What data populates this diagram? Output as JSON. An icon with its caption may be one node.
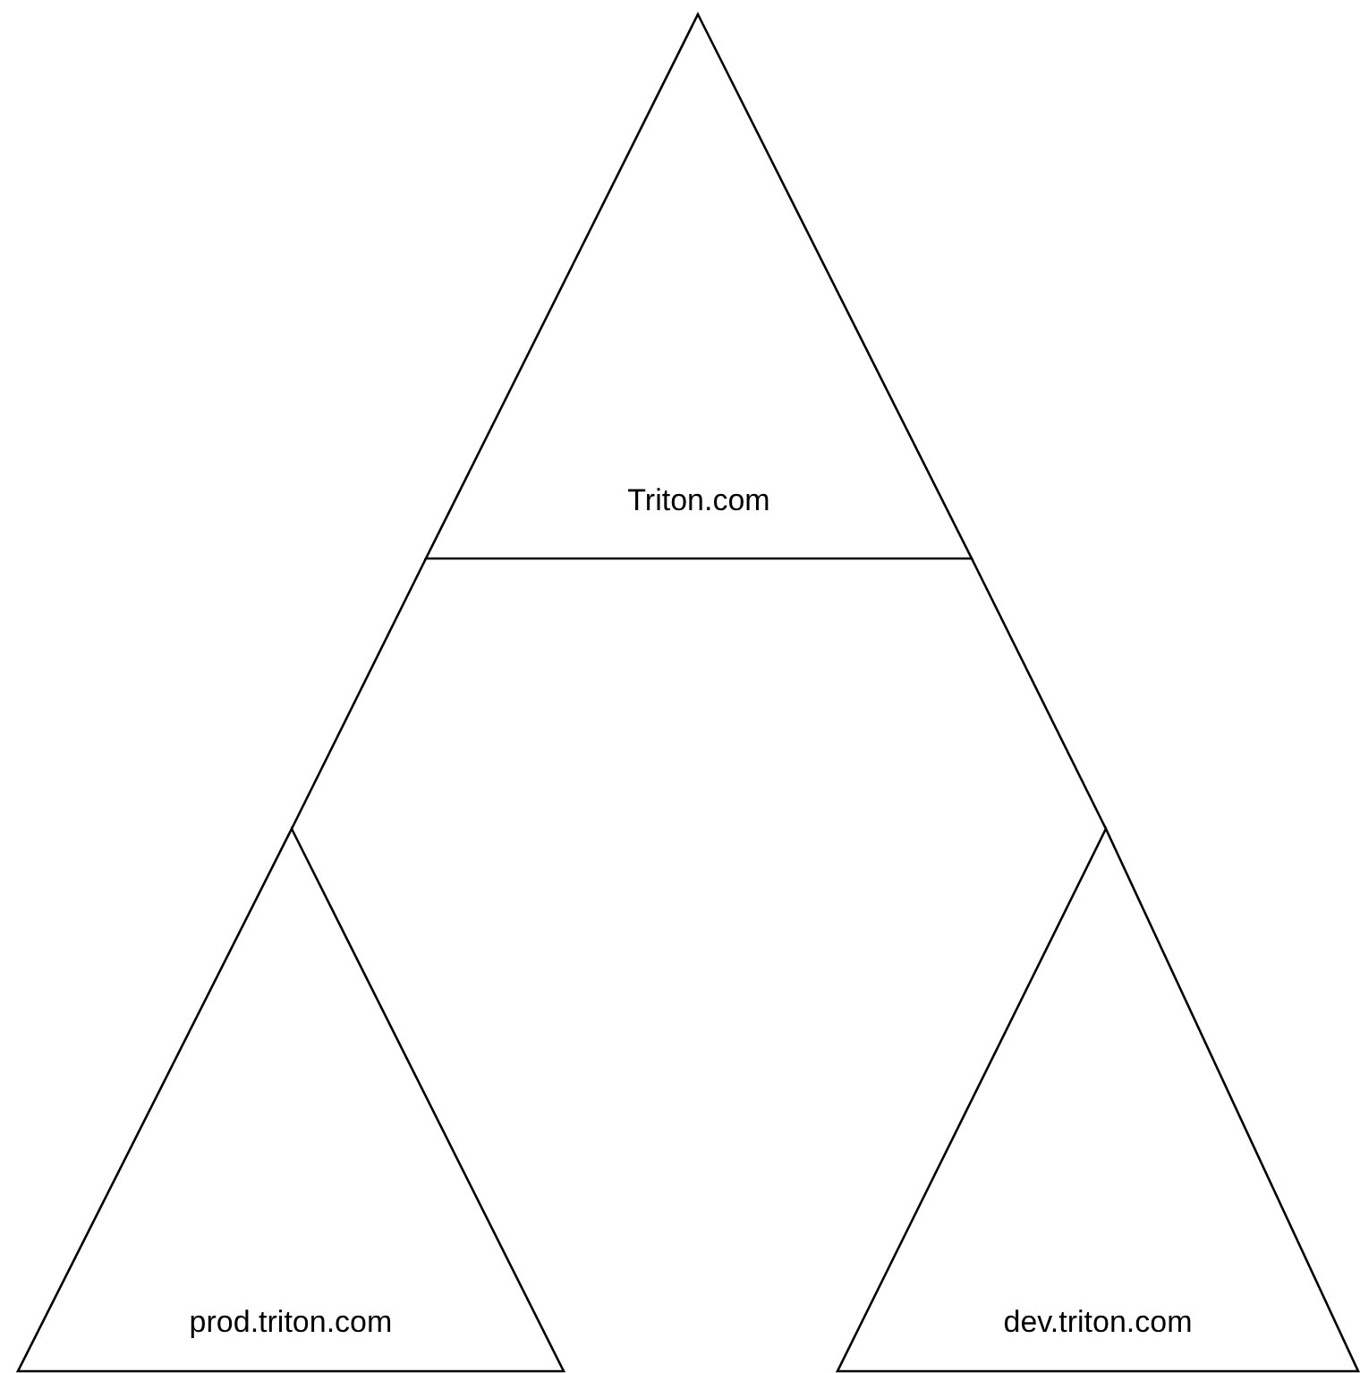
{
  "diagram": {
    "nodes": [
      {
        "text": [
          "Triton.com"
        ]
      },
      {
        "text": [
          "prod.triton.com"
        ]
      },
      {
        "text": [
          "dev.triton.com"
        ]
      }
    ],
    "edges": [
      {
        "from": 0,
        "to": 1,
        "arrow": "none"
      },
      {
        "from": 0,
        "to": 2,
        "arrow": "none"
      }
    ]
  }
}
